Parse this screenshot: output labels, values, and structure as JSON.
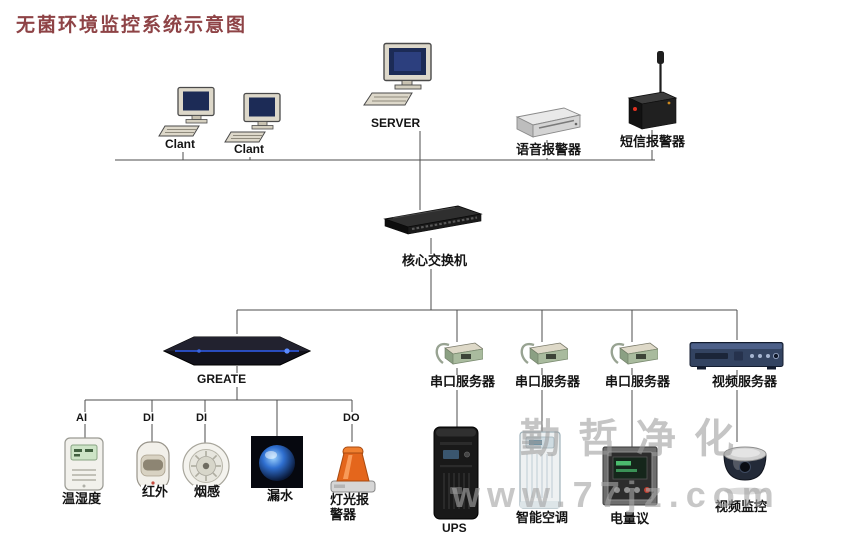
{
  "title": "无菌环境监控系统示意图",
  "watermark": {
    "brand": "勤哲净化",
    "url": "www.77jz.com"
  },
  "colors": {
    "title": "#8e4346",
    "line": "#4d4d4d",
    "watermark": "#9c9c9c"
  },
  "nodes": {
    "client1": "Clant",
    "client2": "Clant",
    "server": "SERVER",
    "voice_alarm": "语音报警器",
    "sms_alarm": "短信报警器",
    "core_switch": "核心交换机",
    "greate": "GREATE",
    "serial_server1": "串口服务器",
    "serial_server2": "串口服务器",
    "serial_server3": "串口服务器",
    "video_server": "视频服务器",
    "temp_humidity": "温湿度",
    "infrared": "红外",
    "smoke": "烟感",
    "water_leak": "漏水",
    "light_alarm": "灯光报警器",
    "ups": "UPS",
    "smart_ac": "智能空调",
    "power_meter": "电量议",
    "video_monitor": "视频监控"
  },
  "io_labels": {
    "ai": "AI",
    "di1": "DI",
    "di2": "DI",
    "do": "DO"
  },
  "connections": [
    [
      "client1",
      "lan-bus"
    ],
    [
      "client2",
      "lan-bus"
    ],
    [
      "server",
      "core_switch"
    ],
    [
      "voice_alarm",
      "lan-bus"
    ],
    [
      "sms_alarm",
      "lan-bus"
    ],
    [
      "lan-bus",
      "core_switch"
    ],
    [
      "core_switch",
      "device-bus"
    ],
    [
      "device-bus",
      "greate"
    ],
    [
      "device-bus",
      "serial_server1"
    ],
    [
      "device-bus",
      "serial_server2"
    ],
    [
      "device-bus",
      "serial_server3"
    ],
    [
      "device-bus",
      "video_server"
    ],
    [
      "greate",
      "sensor-bus"
    ],
    [
      "sensor-bus",
      "temp_humidity"
    ],
    [
      "sensor-bus",
      "infrared"
    ],
    [
      "sensor-bus",
      "smoke"
    ],
    [
      "sensor-bus",
      "water_leak"
    ],
    [
      "sensor-bus",
      "light_alarm"
    ],
    [
      "serial_server1",
      "ups"
    ],
    [
      "serial_server2",
      "smart_ac"
    ],
    [
      "serial_server3",
      "power_meter"
    ],
    [
      "video_server",
      "video_monitor"
    ]
  ]
}
